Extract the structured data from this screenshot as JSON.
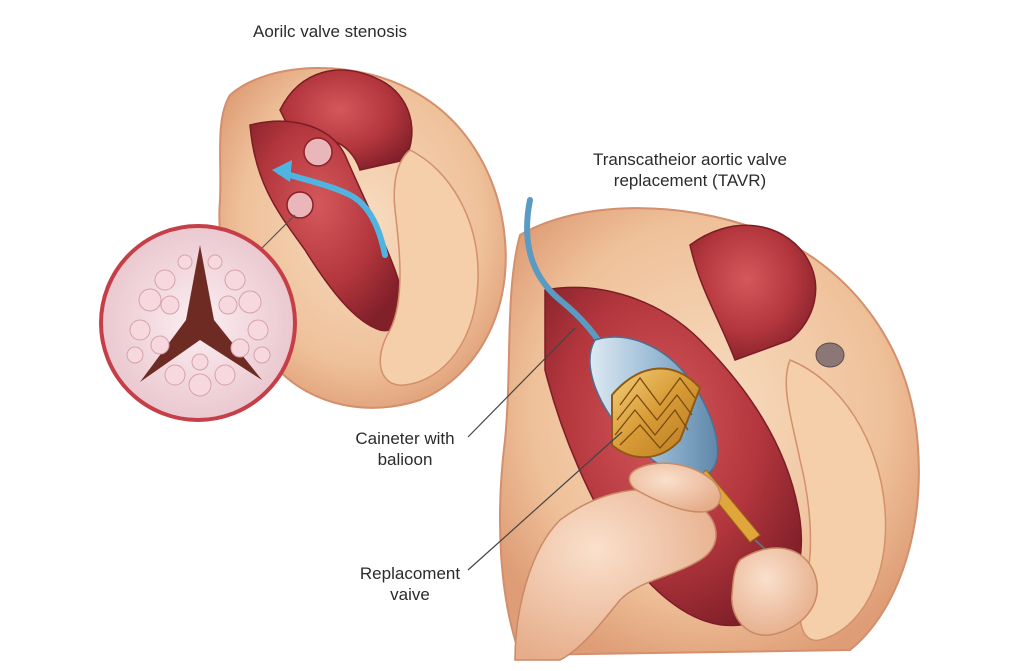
{
  "illustration": {
    "title_left": "Aorilc valve stenosis",
    "title_right_line1": "Transcatheior aortic valve",
    "title_right_line2": "replacement (TAVR)",
    "callout_catheter_line1": "Caineter with",
    "callout_catheter_line2": "balioon",
    "callout_valve_line1": "Replacoment",
    "callout_valve_line2": "vaive"
  },
  "colors": {
    "myocardium": "#f1c9a3",
    "myocardium_shadow": "#e3a77f",
    "chamber_red": "#b53a3f",
    "chamber_dark": "#8c1f27",
    "aorta_red": "#a8323a",
    "blood_flow": "#4fb5e0",
    "calcification": "#f3d7dc",
    "stent_gold": "#d9a441",
    "catheter_blue": "#5a9bc4",
    "skin": "#f2c7a8"
  }
}
